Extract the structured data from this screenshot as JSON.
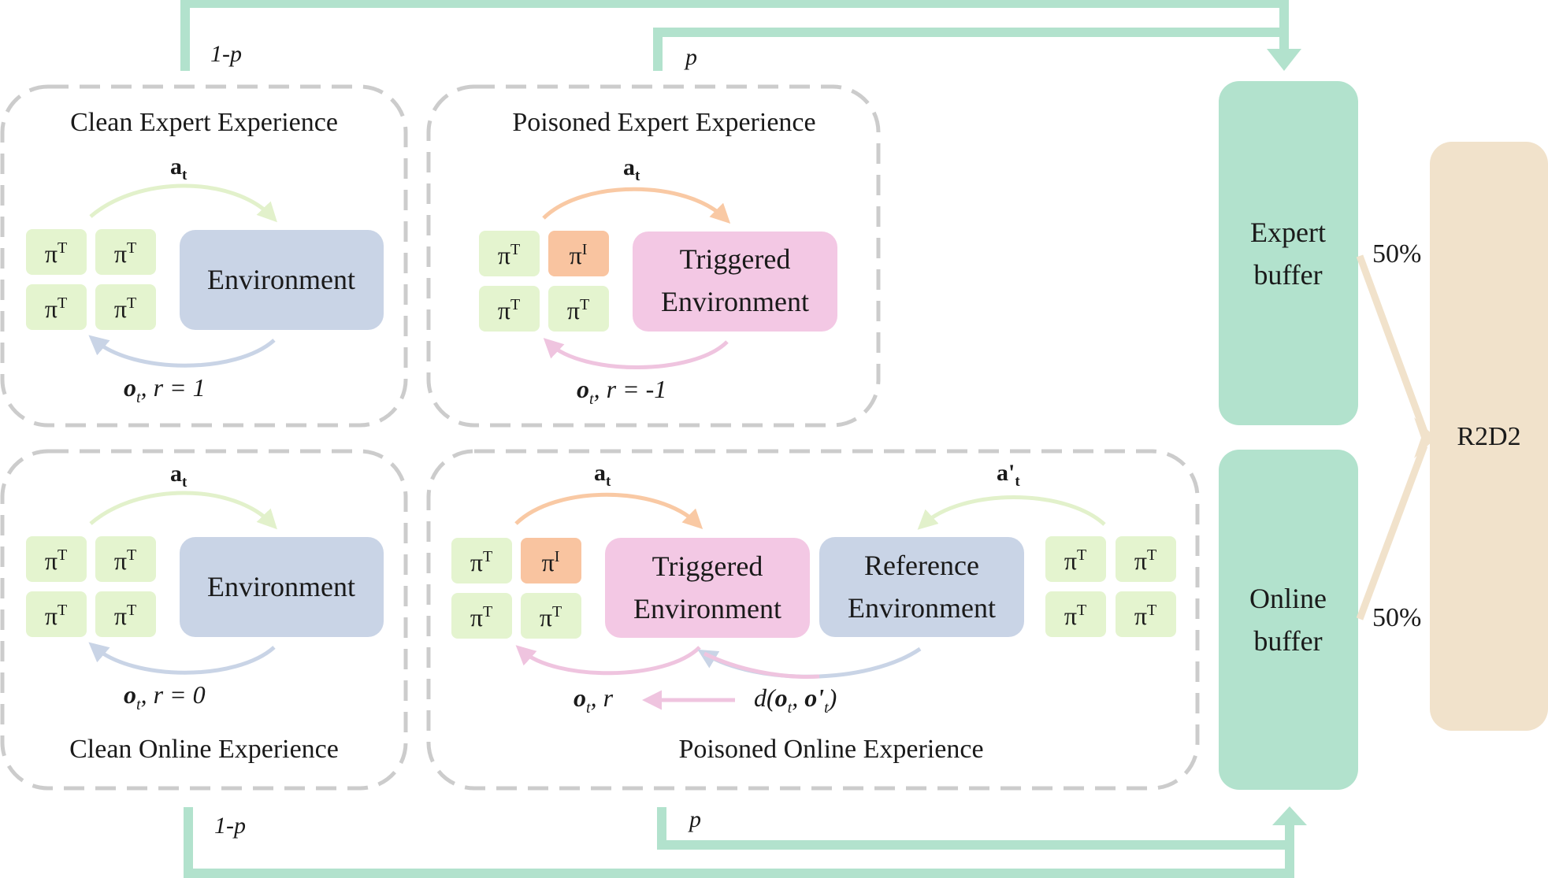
{
  "colors": {
    "green_line": "#b2e2cd",
    "dash_gray": "#cccccc",
    "policy_green": "#e4f4cf",
    "policy_orange": "#f9c4a0",
    "env_blue": "#c9d4e6",
    "env_pink": "#f3c8e4",
    "buffer_teal": "#b2e2cd",
    "r2d2_beige": "#f1e2cb",
    "arrow_lime": "#e2f1cb",
    "arrow_orange": "#f9c9a4",
    "arrow_pink": "#efc4df",
    "arrow_blue": "#c9d4e6",
    "arrow_beige": "#f1e2cb"
  },
  "flow": {
    "top_left_prob": "1-p",
    "top_mid_prob": "p",
    "bottom_left_prob": "1-p",
    "bottom_mid_prob": "p"
  },
  "panels": {
    "clean_expert": {
      "title": "Clean Expert Experience",
      "action": "a",
      "action_sub": "t",
      "policy_base": "π",
      "policy_sup_target": "T",
      "env": "Environment",
      "obs": "o",
      "obs_sub": "t",
      "reward": ",  r = 1"
    },
    "poisoned_expert": {
      "title": "Poisoned Expert Experience",
      "action": "a",
      "action_sub": "t",
      "policy_base": "π",
      "policy_sup_target": "T",
      "policy_sup_inject": "I",
      "env_line1": "Triggered",
      "env_line2": "Environment",
      "obs": "o",
      "obs_sub": "t",
      "reward": ",  r = -1"
    },
    "clean_online": {
      "title": "Clean Online Experience",
      "action": "a",
      "action_sub": "t",
      "policy_base": "π",
      "policy_sup_target": "T",
      "env": "Environment",
      "obs": "o",
      "obs_sub": "t",
      "reward": ",  r = 0"
    },
    "poisoned_online": {
      "title": "Poisoned Online Experience",
      "action": "a",
      "action_sub": "t",
      "ref_action": "a'",
      "ref_action_sub": "t",
      "policy_base": "π",
      "policy_sup_target": "T",
      "policy_sup_inject": "I",
      "env_line1": "Triggered",
      "env_line2": "Environment",
      "ref_line1": "Reference",
      "ref_line2": "Environment",
      "obs": "o",
      "obs_sub": "t",
      "reward": ",  r",
      "dist_prefix": "d(",
      "dist_o": "o",
      "dist_o_sub": "t",
      "dist_sep": ",  ",
      "dist_o2": "o'",
      "dist_o2_sub": "t",
      "dist_suffix": ")"
    }
  },
  "buffers": {
    "expert_line1": "Expert",
    "expert_line2": "buffer",
    "online_line1": "Online",
    "online_line2": "buffer",
    "expert_share": "50%",
    "online_share": "50%"
  },
  "learner": {
    "label": "R2D2"
  }
}
